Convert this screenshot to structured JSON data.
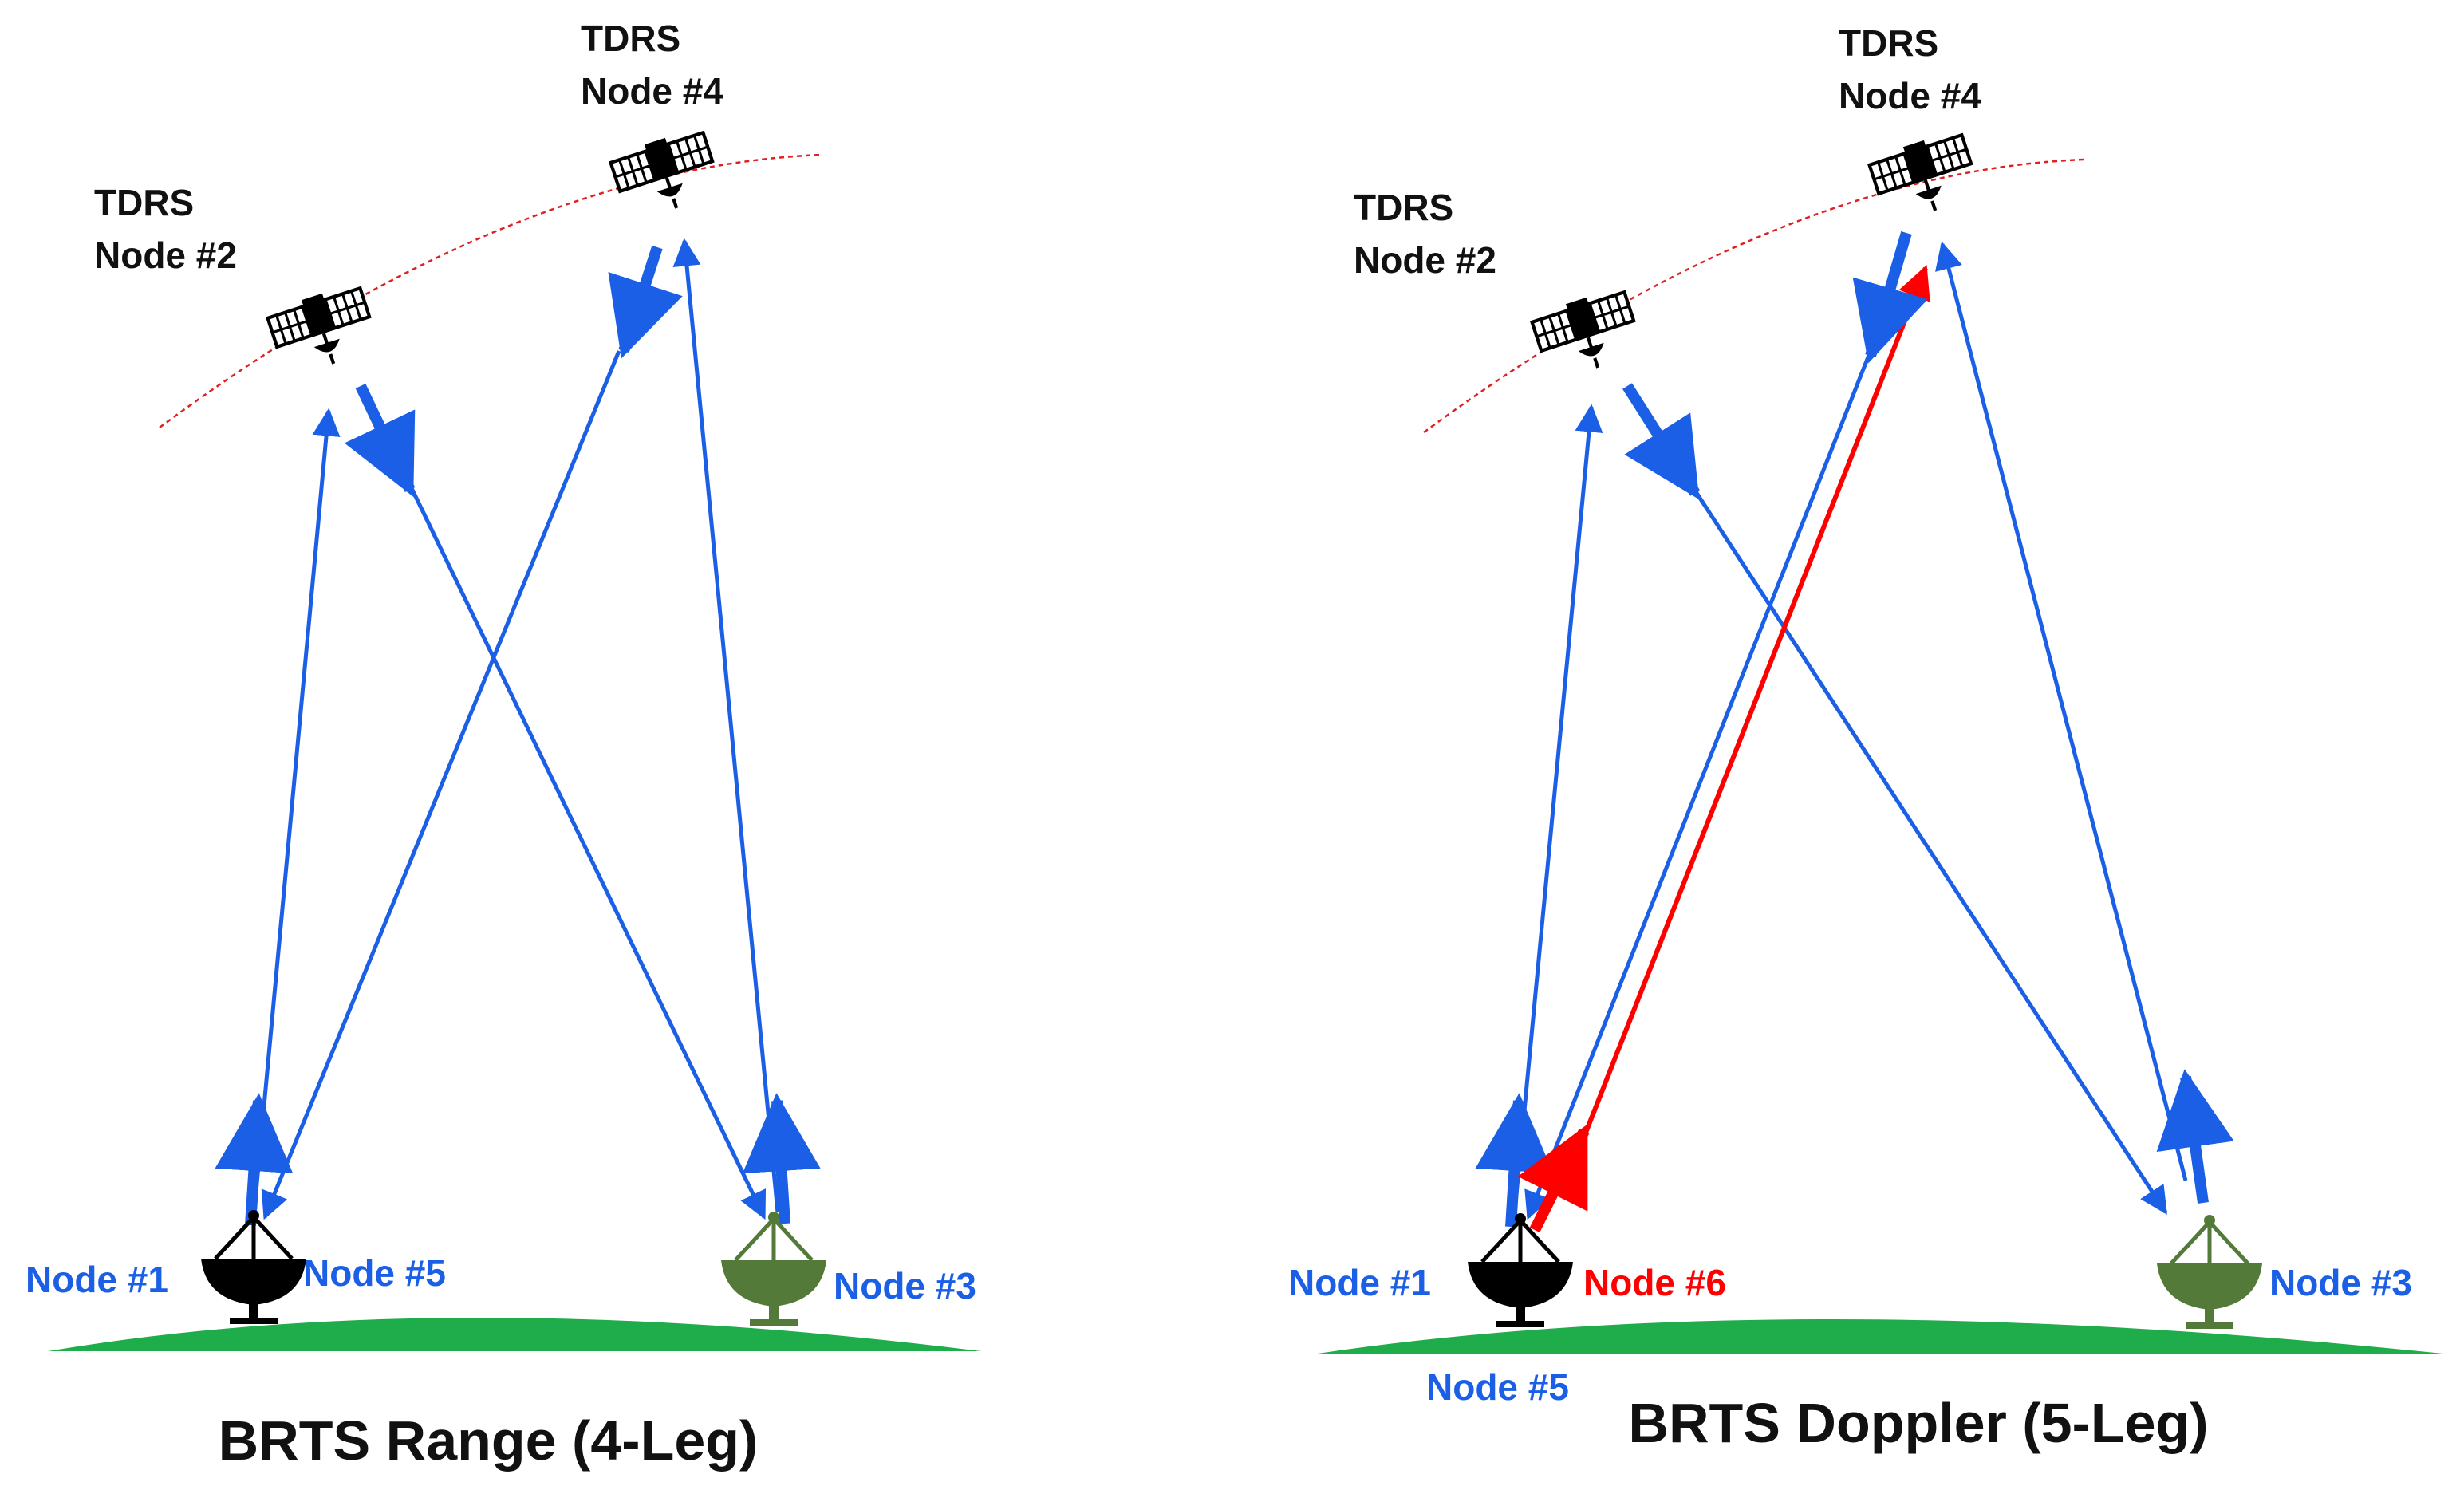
{
  "colors": {
    "link_blue": "#1a5fe6",
    "link_red": "#ff0000",
    "ground": "#1fac4a",
    "orbit": "#e02020",
    "dish_primary": "#000000",
    "dish_remote": "#547a3a"
  },
  "panels": {
    "range": {
      "title": "BRTS Range (4-Leg)",
      "sat_left_type": "TDRS",
      "sat_left_node": "Node #2",
      "sat_right_type": "TDRS",
      "sat_right_node": "Node #4",
      "node1": "Node #1",
      "node5": "Node #5",
      "node3": "Node #3"
    },
    "doppler": {
      "title": "BRTS Doppler (5-Leg)",
      "sat_left_type": "TDRS",
      "sat_left_node": "Node #2",
      "sat_right_type": "TDRS",
      "sat_right_node": "Node #4",
      "node1": "Node #1",
      "node6": "Node #6",
      "node5": "Node #5",
      "node3": "Node #3"
    }
  }
}
